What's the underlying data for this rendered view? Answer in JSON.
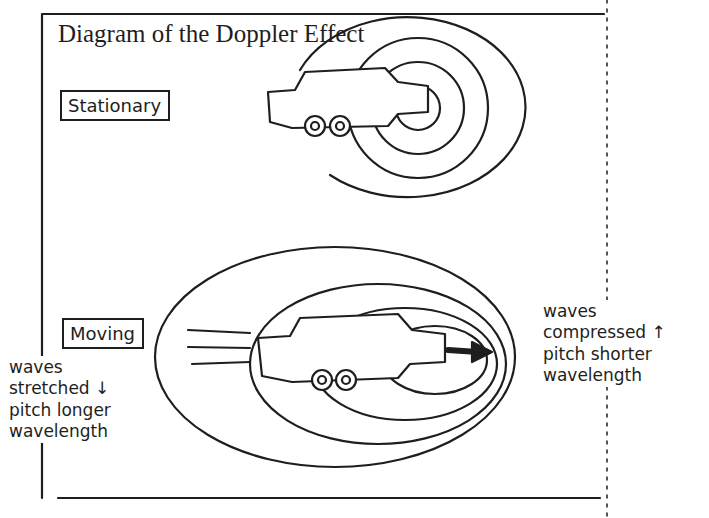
{
  "diagram": {
    "title": "Diagram of the Doppler Effect",
    "nodes": [
      {
        "text": [
          "Stationary"
        ]
      },
      {
        "text": [
          "Moving"
        ]
      }
    ],
    "labels": [
      "waves compressed ↑ pitch shorter wavelength",
      "waves stretched ↓ pitch longer wavelength"
    ]
  }
}
